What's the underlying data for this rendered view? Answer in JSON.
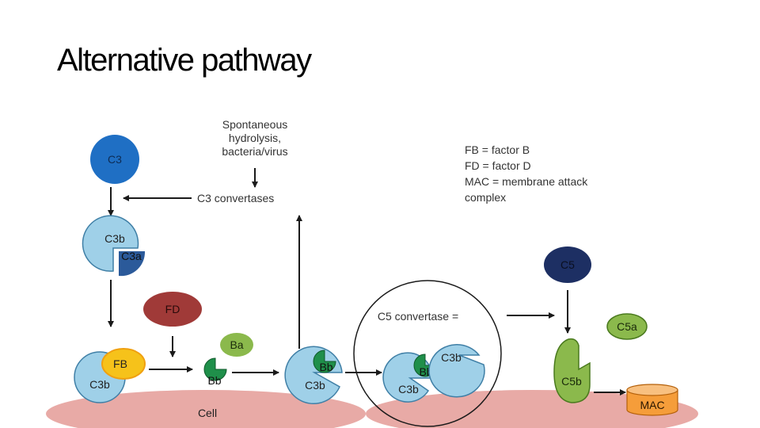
{
  "slide": {
    "title": "Alternative pathway"
  },
  "trigger": {
    "lines": [
      "Spontaneous",
      "hydrolysis,",
      "bacteria/virus"
    ],
    "c3_convertases": "C3 convertases"
  },
  "legend": {
    "lines": [
      "FB = factor B",
      "FD = factor D",
      "MAC = membrane attack",
      "complex"
    ]
  },
  "molecules": {
    "c3": "C3",
    "c3b": "C3b",
    "c3a": "C3a",
    "fd": "FD",
    "fb": "FB",
    "ba": "Ba",
    "bb": "Bb",
    "c5": "C5",
    "c5a": "C5a",
    "c5b": "C5b",
    "mac": "MAC"
  },
  "c5_convertase_label": "C5 convertase =",
  "cell_label": "Cell",
  "colors": {
    "c3": "#1f6fc4",
    "c3b": "#9fd0e8",
    "c3a": "#2b5a9a",
    "fd": "#a03a38",
    "fb": "#f6c21a",
    "ba": "#8bb94c",
    "bb": "#1f8f4a",
    "c5": "#1d2f63",
    "c5b": "#8bb94c",
    "mac": "#f59d3a",
    "cell": "#e8aaa6"
  }
}
